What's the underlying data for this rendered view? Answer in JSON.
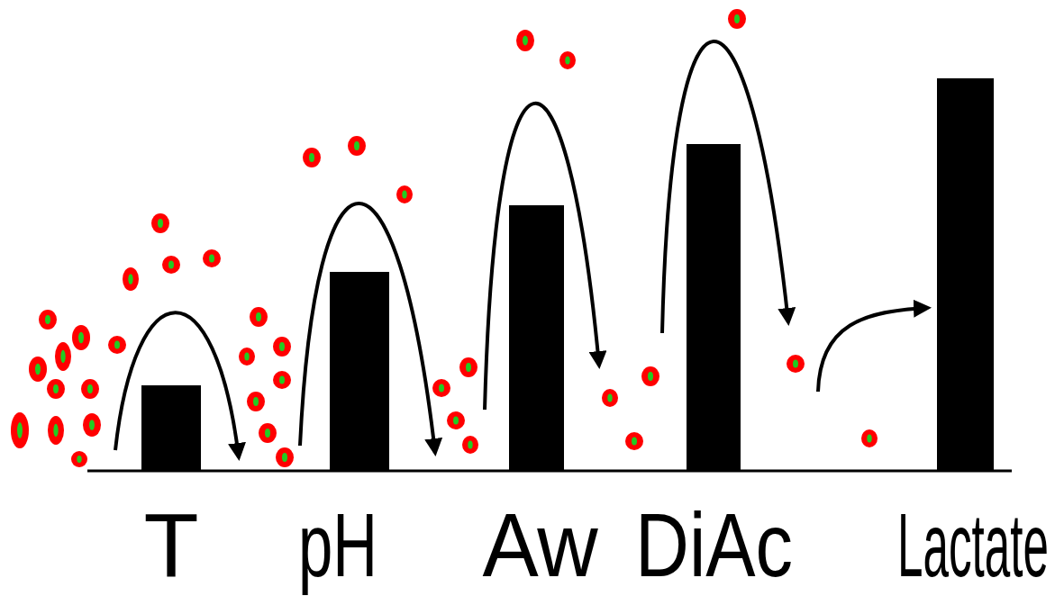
{
  "diagram": {
    "labels": [
      "T",
      "pH",
      "Aw",
      "DiAc",
      "Lactate"
    ]
  }
}
